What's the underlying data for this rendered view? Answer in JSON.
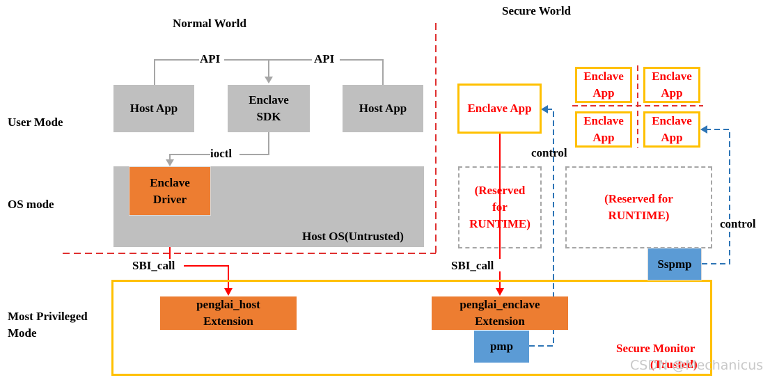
{
  "worlds": {
    "normal": "Normal World",
    "secure": "Secure World"
  },
  "modes": {
    "user": "User Mode",
    "os": "OS mode",
    "privileged_line1": "Most Privileged",
    "privileged_line2": "Mode"
  },
  "normal": {
    "api_left": "API",
    "api_right": "API",
    "host_app_left": "Host App",
    "enclave_sdk_line1": "Enclave",
    "enclave_sdk_line2": "SDK",
    "host_app_right": "Host App",
    "ioctl": "ioctl",
    "enclave_driver_line1": "Enclave",
    "enclave_driver_line2": "Driver",
    "host_os": "Host OS(Untrusted)",
    "sbi_call": "SBI_call"
  },
  "secure": {
    "enclave_app": "Enclave App",
    "grid_app_line1": "Enclave",
    "grid_app_line2": "App",
    "control_left": "control",
    "control_right": "control",
    "reserved_left_line1": "(Reserved",
    "reserved_left_line2": "for",
    "reserved_left_line3": "RUNTIME)",
    "reserved_right_line1": "(Reserved for",
    "reserved_right_line2": "RUNTIME)",
    "sspmp": "Sspmp",
    "sbi_call": "SBI_call"
  },
  "monitor": {
    "penglai_host_line1": "penglai_host",
    "penglai_host_line2": "Extension",
    "penglai_enclave_line1": "penglai_enclave",
    "penglai_enclave_line2": "Extension",
    "pmp": "pmp",
    "secure_monitor_line1": "Secure Monitor",
    "secure_monitor_line2": "(Trusted)"
  },
  "watermark": "CSDN @Mechanicus",
  "colors": {
    "gray_box": "#bfbfbf",
    "orange_box": "#ed7d31",
    "blue_box": "#5b9bd5",
    "yellow_border": "#ffc000",
    "red_line": "#ff0000",
    "dashed_red": "#e03030",
    "dashed_blue": "#2e75b6"
  }
}
